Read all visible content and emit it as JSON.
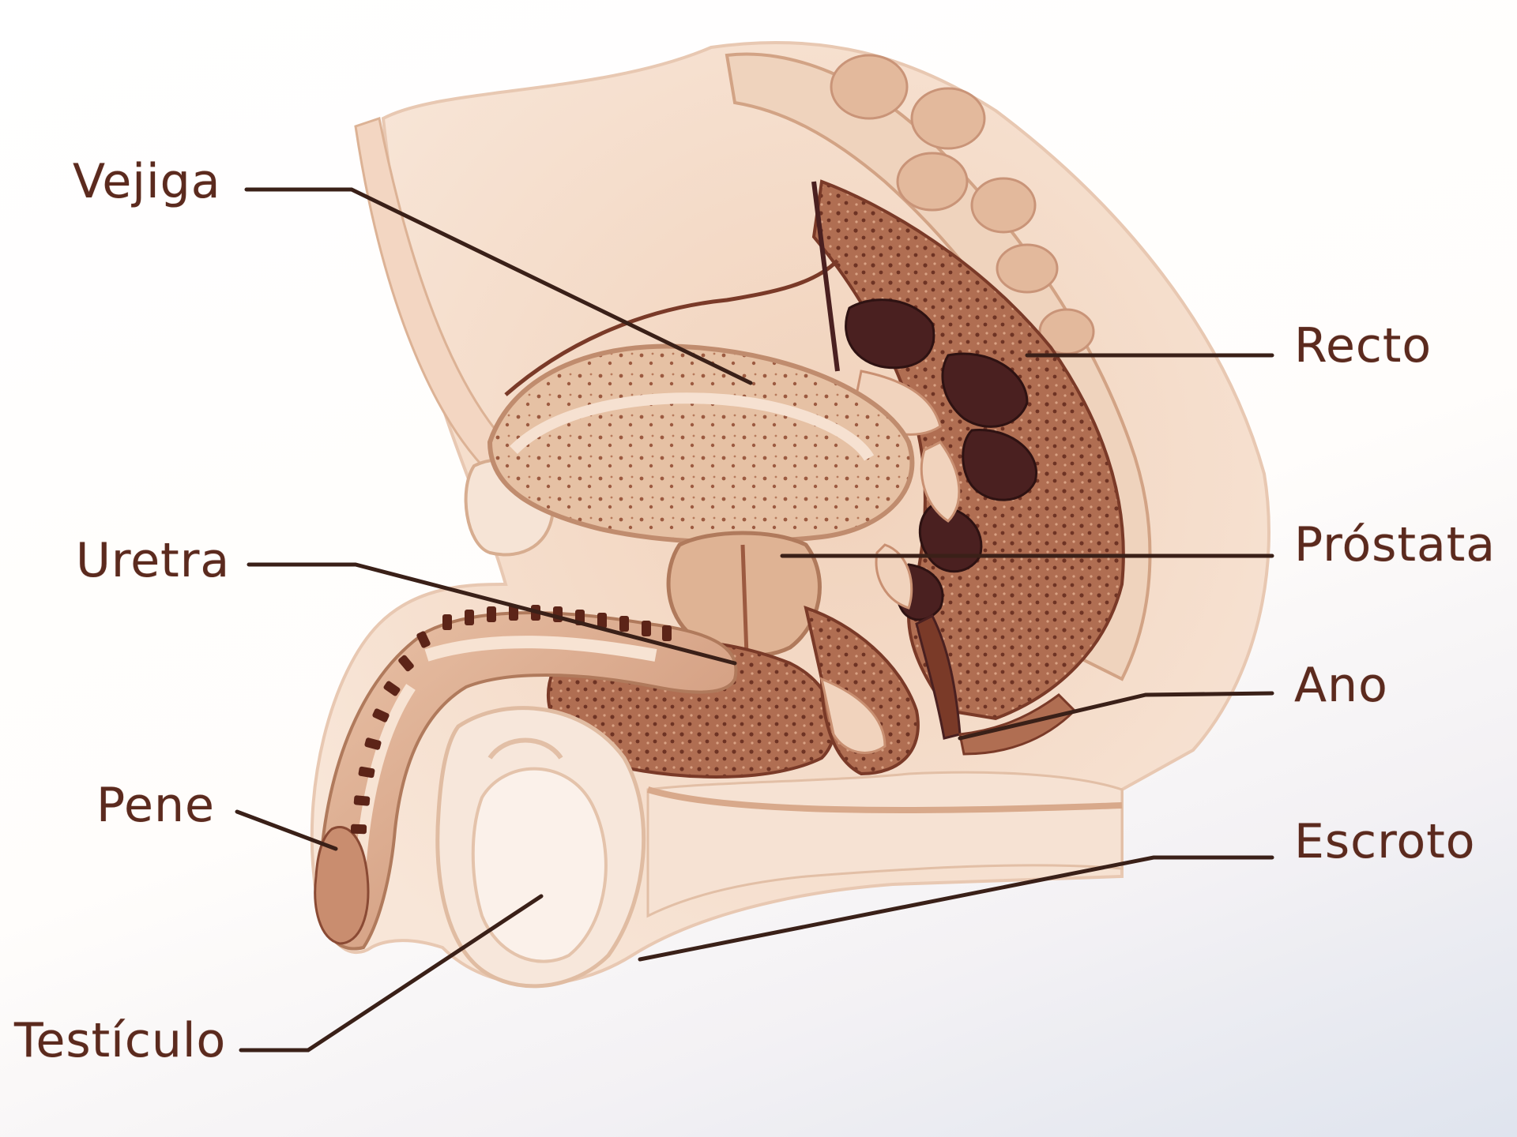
{
  "labels": {
    "vejiga": "Vejiga",
    "uretra": "Uretra",
    "pene": "Pene",
    "testiculo": "Testículo",
    "recto": "Recto",
    "prostata": "Próstata",
    "ano": "Ano",
    "escroto": "Escroto"
  },
  "colors": {
    "label_text": "#5b2a1e",
    "leader_line": "#3a2018",
    "skin": "#f4d9c4",
    "tissue": "#e8c3a6",
    "muscle": "#a8664a",
    "cavity": "#4a2020"
  }
}
